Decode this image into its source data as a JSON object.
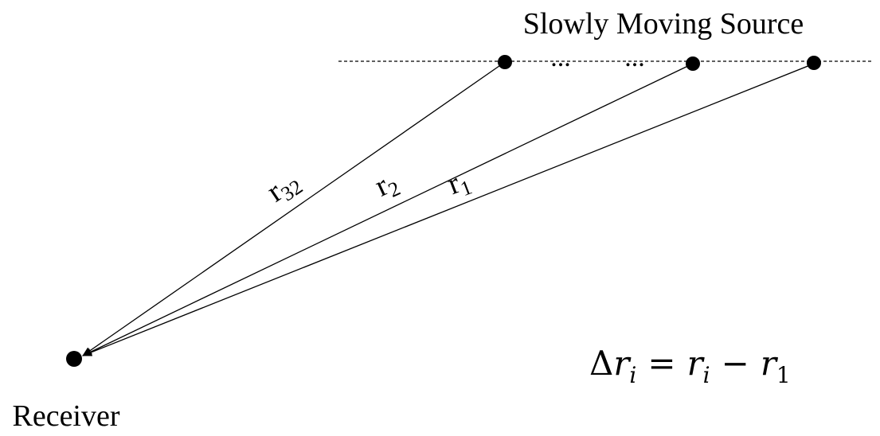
{
  "diagram": {
    "title": "Slowly Moving Source",
    "receiver_label": "Receiver",
    "ellipsis_1": "...",
    "ellipsis_2": "...",
    "range_labels": {
      "r32": {
        "base": "r",
        "sub": "32"
      },
      "r2": {
        "base": "r",
        "sub": "2"
      },
      "r1": {
        "base": "r",
        "sub": "1"
      }
    },
    "equation": {
      "delta": "Δ",
      "lhs_base": "r",
      "lhs_sub": "i",
      "equals": "=",
      "rhs1_base": "r",
      "rhs1_sub": "i",
      "minus": "−",
      "rhs2_base": "r",
      "rhs2_sub": "1"
    },
    "colors": {
      "ink": "#000000",
      "background": "#ffffff"
    }
  }
}
